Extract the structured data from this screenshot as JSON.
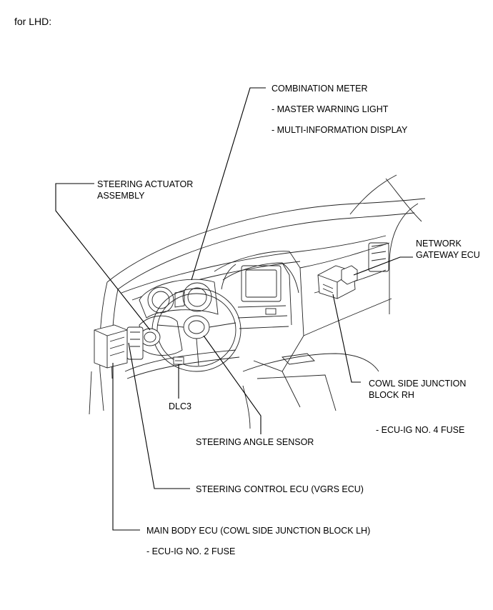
{
  "header": "for LHD:",
  "labels": {
    "combination_meter": "COMBINATION METER",
    "master_warning_light": "- MASTER WARNING LIGHT",
    "multi_information_display": "- MULTI-INFORMATION DISPLAY",
    "steering_actuator_line1": "STEERING ACTUATOR",
    "steering_actuator_line2": "ASSEMBLY",
    "network_gateway_line1": "NETWORK",
    "network_gateway_line2": "GATEWAY ECU",
    "cowl_side_rh_line1": "COWL SIDE JUNCTION",
    "cowl_side_rh_line2": "BLOCK RH",
    "ecu_ig_no4_fuse": "- ECU-IG NO. 4 FUSE",
    "dlc3": "DLC3",
    "steering_angle_sensor": "STEERING ANGLE SENSOR",
    "steering_control_ecu": "STEERING CONTROL ECU (VGRS ECU)",
    "main_body_ecu": "MAIN BODY ECU (COWL SIDE JUNCTION BLOCK LH)",
    "ecu_ig_no2_fuse": "- ECU-IG NO. 2 FUSE"
  }
}
